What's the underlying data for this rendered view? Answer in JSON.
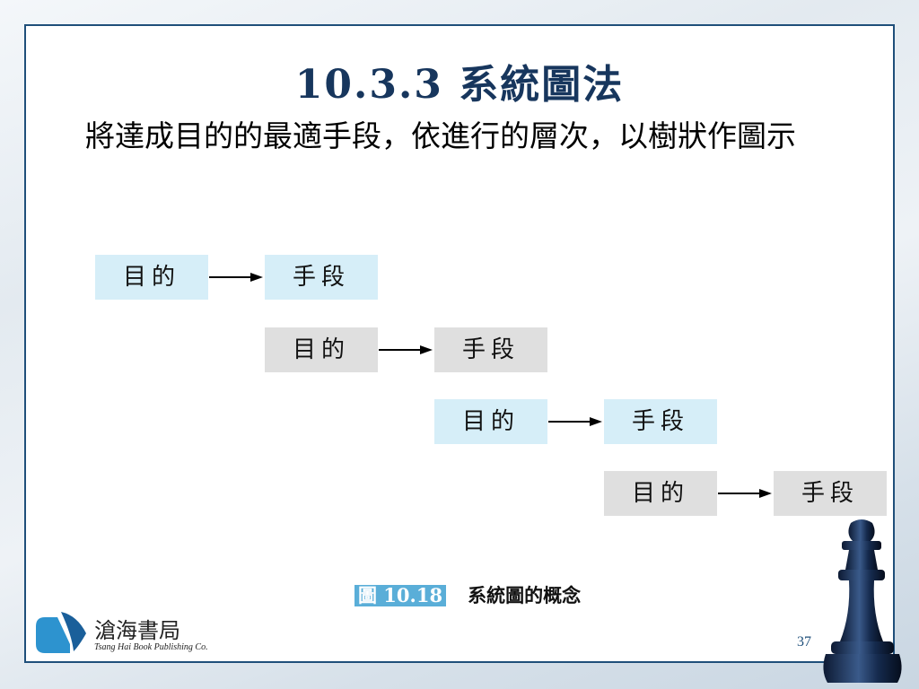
{
  "slide": {
    "title": "10.3.3 系統圖法",
    "body": "將達成目的的最適手段，依進行的層次，以樹狀作圖示",
    "page_number": "37"
  },
  "diagram": {
    "levels": [
      {
        "purpose": "目的",
        "means": "手段",
        "color": "blue"
      },
      {
        "purpose": "目的",
        "means": "手段",
        "color": "grey"
      },
      {
        "purpose": "目的",
        "means": "手段",
        "color": "blue"
      },
      {
        "purpose": "目的",
        "means": "手段",
        "color": "grey"
      }
    ],
    "figure_label": "圖 10.18",
    "figure_caption": "系統圖的概念"
  },
  "publisher": {
    "name": "滄海書局",
    "english_name": "Tsang Hai Book Publishing Co."
  },
  "colors": {
    "frame_border": "#1f4f7a",
    "title_color": "#17365d",
    "box_blue": "#d6eef8",
    "box_grey": "#dfdfdf",
    "figure_label_bg": "#5aaed8"
  }
}
